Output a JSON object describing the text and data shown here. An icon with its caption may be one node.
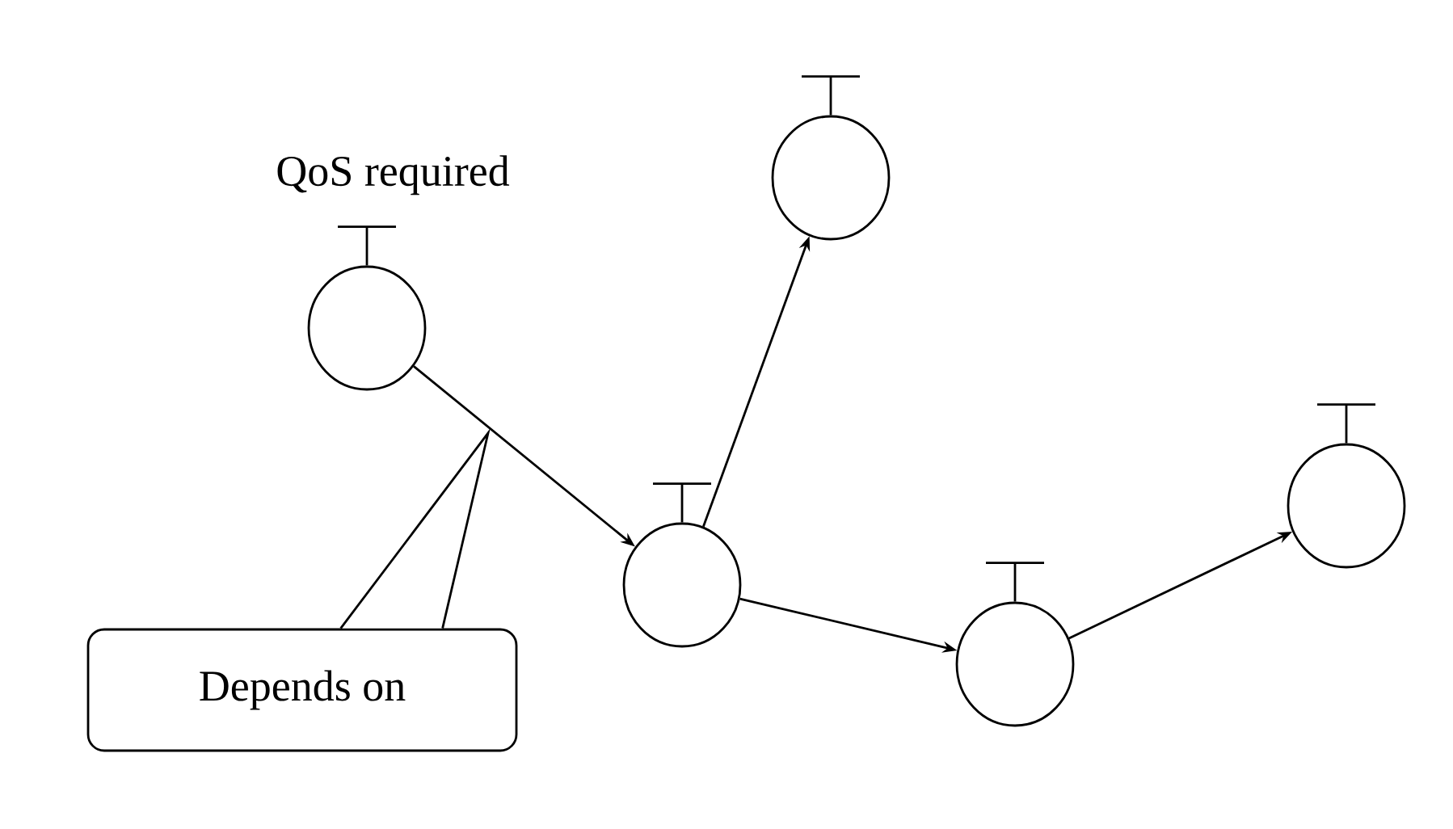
{
  "diagram": {
    "nodes": [
      {
        "text": [],
        "shape": "circle",
        "beside": [
          "QoS required"
        ]
      },
      {
        "text": [],
        "shape": "circle"
      },
      {
        "text": [],
        "shape": "circle"
      },
      {
        "text": [],
        "shape": "circle"
      },
      {
        "text": [],
        "shape": "circle"
      },
      {
        "text": [
          "Depends on"
        ]
      }
    ],
    "edges": [
      {
        "from": 0,
        "to": 2,
        "arrow": "to"
      },
      {
        "from": 2,
        "to": 1,
        "arrow": "to"
      },
      {
        "from": 2,
        "to": 3,
        "arrow": "to"
      },
      {
        "from": 3,
        "to": 4,
        "arrow": "to"
      },
      {
        "from": 5,
        "to": null,
        "arrow": "none"
      }
    ]
  }
}
